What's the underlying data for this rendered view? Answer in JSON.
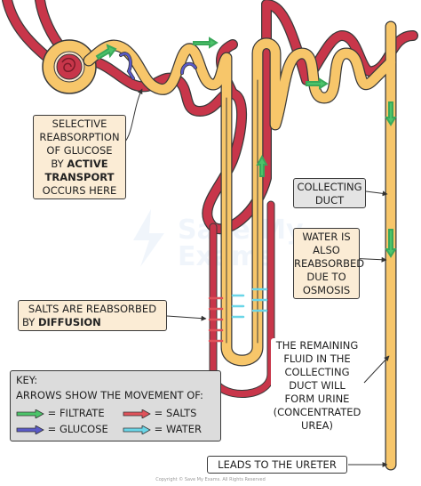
{
  "labels": {
    "glucose": {
      "line1": "SELECTIVE",
      "line2": "REABSORPTION",
      "line3": "OF GLUCOSE",
      "line4_prefix": "BY ",
      "line4_bold": "ACTIVE",
      "line5_bold": "TRANSPORT",
      "line6": "OCCURS HERE"
    },
    "collecting_duct": {
      "line1": "COLLECTING",
      "line2": "DUCT"
    },
    "water": {
      "line1": "WATER IS",
      "line2": "ALSO",
      "line3": "REABSORBED",
      "line4": "DUE TO",
      "line5": "OSMOSIS"
    },
    "salts": {
      "line1": "SALTS ARE REABSORBED",
      "line2_prefix": "BY ",
      "line2_bold": "DIFFUSION"
    },
    "remaining": {
      "line1": "THE REMAINING",
      "line2": "FLUID IN THE",
      "line3": "COLLECTING",
      "line4": "DUCT WILL",
      "line5": "FORM URINE",
      "line6": "(CONCENTRATED",
      "line7": "UREA)"
    },
    "ureter": "LEADS TO THE URETER"
  },
  "key": {
    "title": "KEY:",
    "subtitle": "ARROWS SHOW THE MOVEMENT OF:",
    "filtrate": "= FILTRATE",
    "salts": "= SALTS",
    "glucose": "= GLUCOSE",
    "water": "= WATER"
  },
  "watermark": {
    "line1": "Save My",
    "line2": "Exams"
  },
  "footer": "Copyright © Save My Exams. All Rights Reserved",
  "colors": {
    "nephron": "#f7c66a",
    "nephron_outline": "#3a3a3a",
    "blood_vessel": "#c8364a",
    "filtrate_arrow": "#4cc46a",
    "salts_arrow": "#e0525a",
    "glucose_arrow": "#5a5ac8",
    "water_arrow": "#6ad6e8",
    "label_bg": "#fbecd5",
    "grey_bg": "#e4e4e4"
  }
}
